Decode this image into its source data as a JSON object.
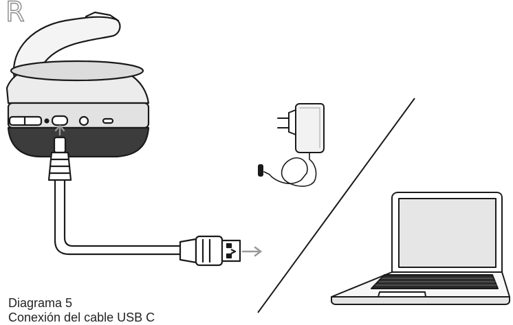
{
  "corner_letter": "R",
  "caption": {
    "title": "Diagrama 5",
    "subtitle": "Conexión del cable USB C"
  },
  "colors": {
    "line": "#1a1a1a",
    "headset_body": "#e9e9e9",
    "headset_band": "#3a3a3a",
    "arrow": "#9a9a9a",
    "laptop_screen": "#e6e6e6",
    "text": "#222222"
  }
}
